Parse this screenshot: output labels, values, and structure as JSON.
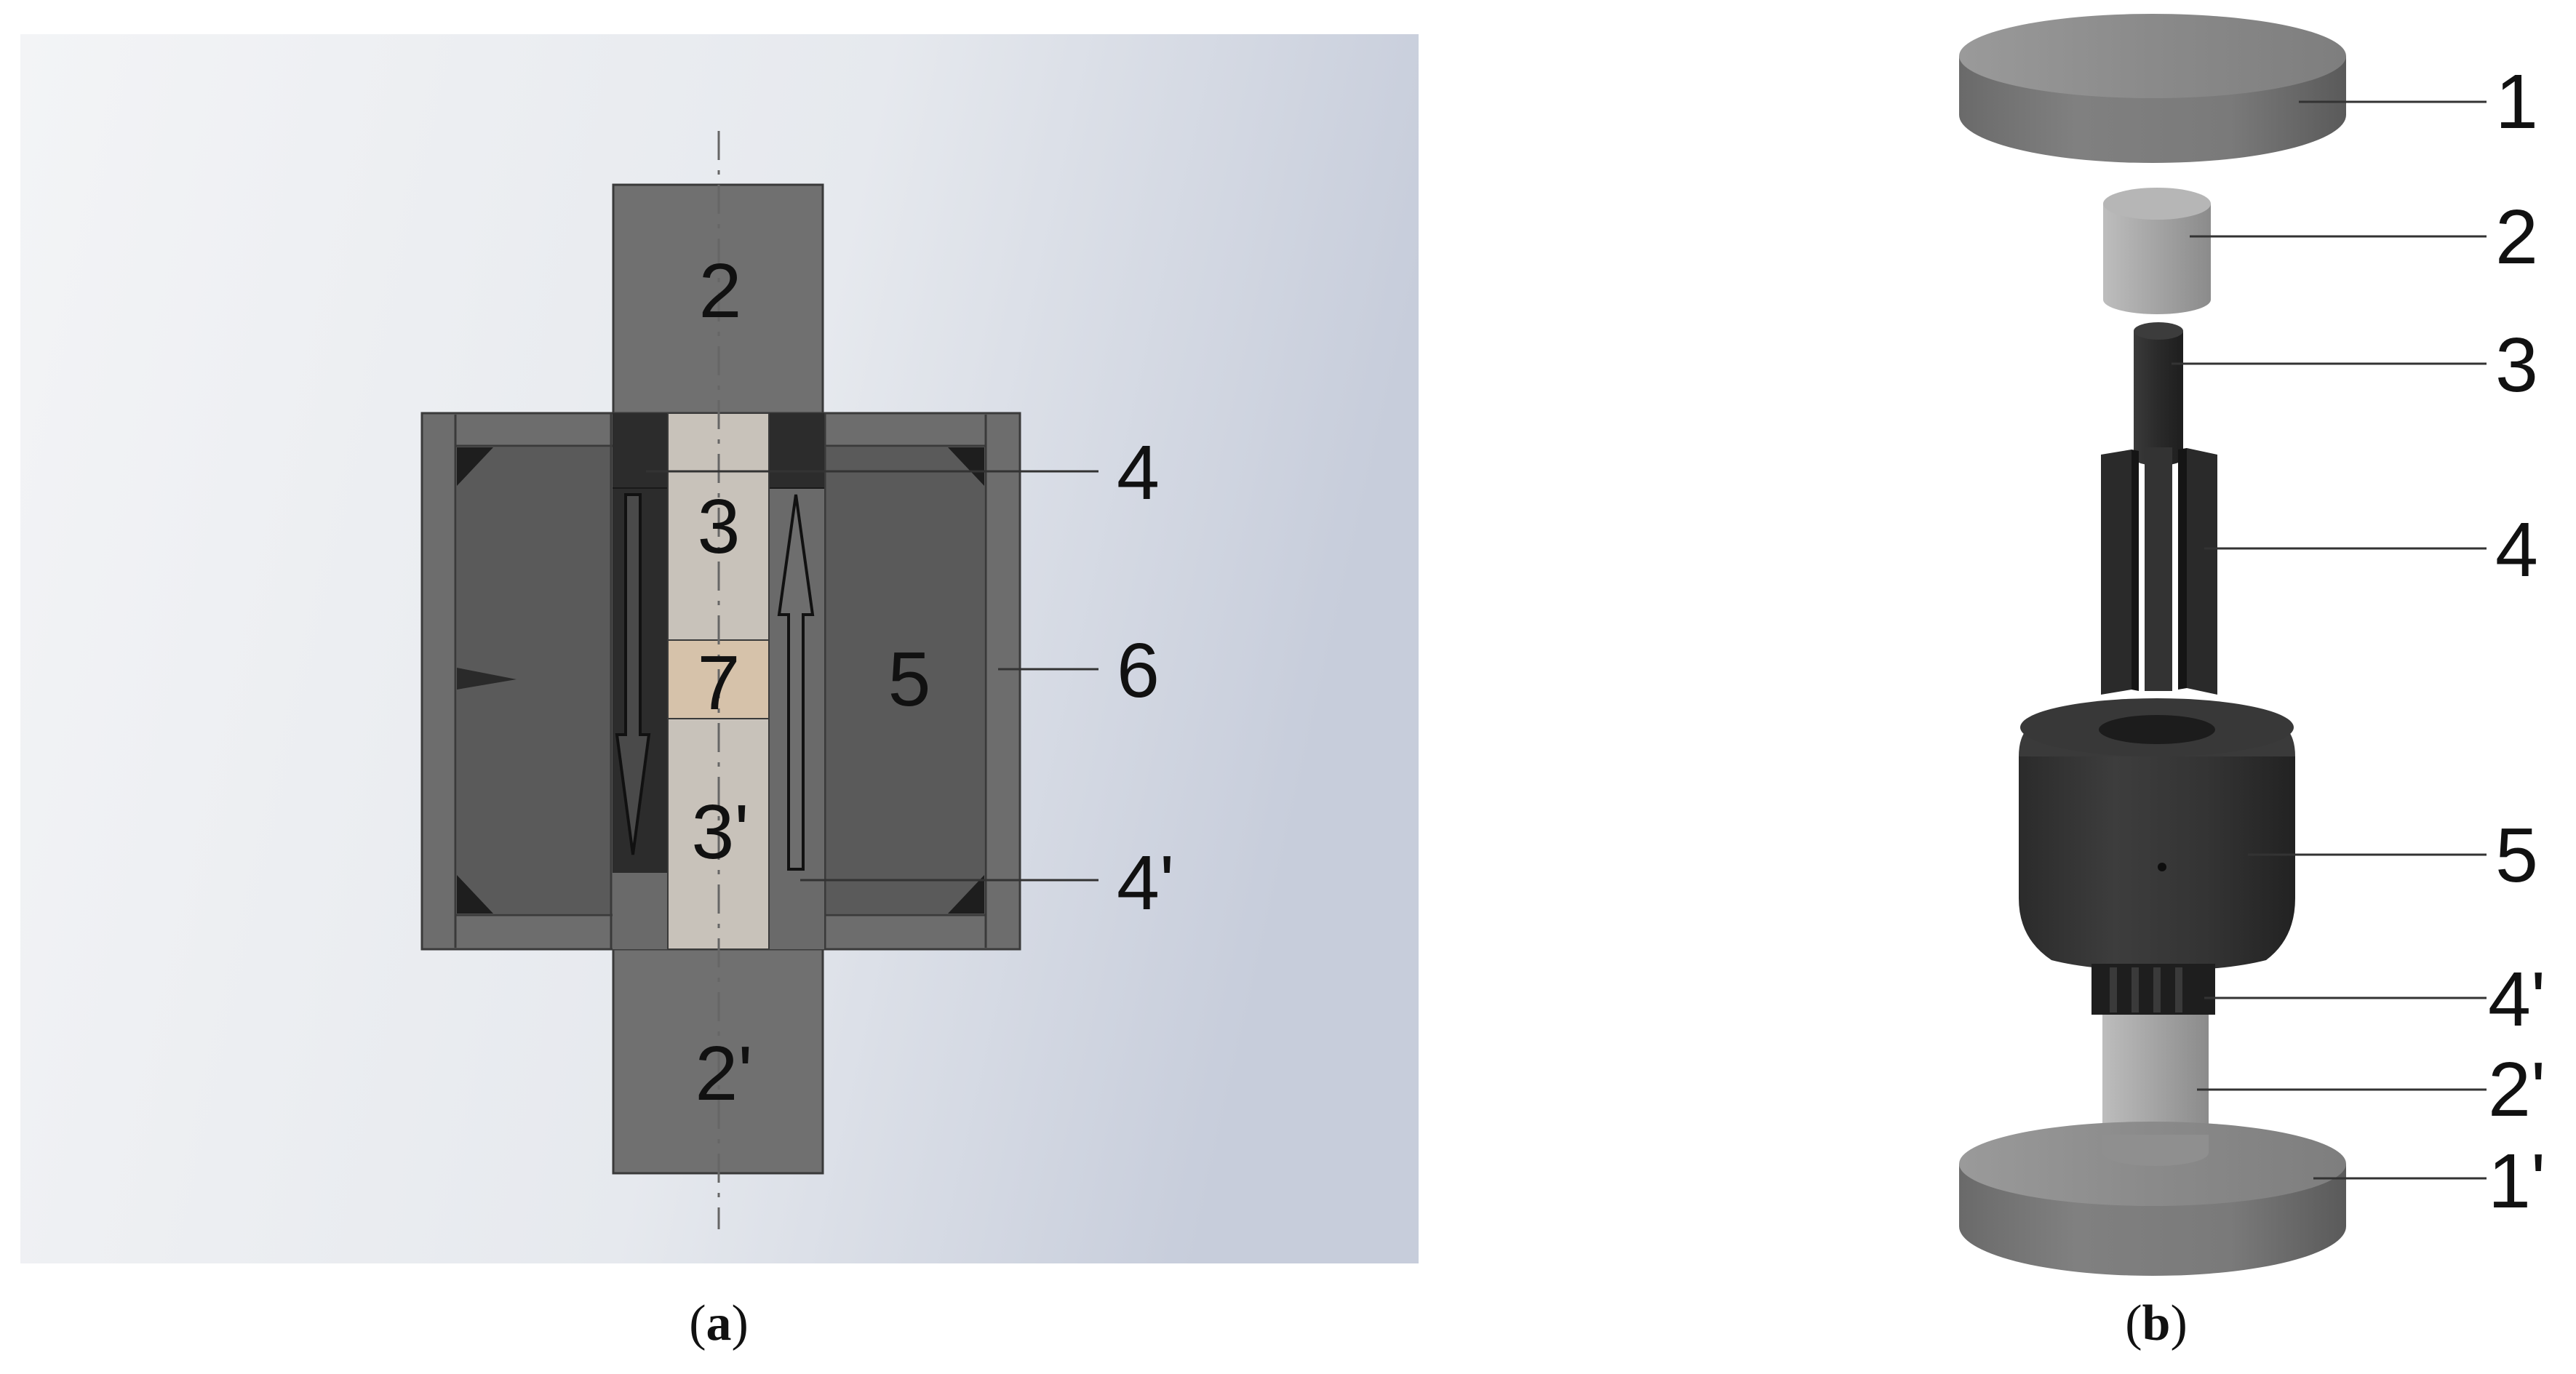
{
  "panel_a": {
    "caption": {
      "open": "(",
      "letter": "a",
      "close": ")"
    },
    "inner_labels": [
      "2",
      "3",
      "7",
      "5",
      "3'",
      "2'"
    ],
    "callouts": [
      "4",
      "6",
      "4'"
    ],
    "colors": {
      "background_light": "#ffffff",
      "background_dark": "#c9cfdc",
      "housing": "#6d6d6d",
      "housing_edge": "#3a3a3a",
      "punch": "#707070",
      "inner_block": "#5a5a5a",
      "segment": "#2c2c2c",
      "sample_column": "#c8c2ba",
      "sample_7": "#d6c2aa"
    }
  },
  "panel_b": {
    "caption": {
      "open": "(",
      "letter": "b",
      "close": ")"
    },
    "callouts": [
      "1",
      "2",
      "3",
      "4",
      "5",
      "4'",
      "2'",
      "1'"
    ],
    "colors": {
      "plate": "#8a8a8a",
      "punch": "#a3a3a3",
      "rod": "#2e2e2e",
      "segments": "#2a2a2a",
      "block": "#333333"
    }
  }
}
